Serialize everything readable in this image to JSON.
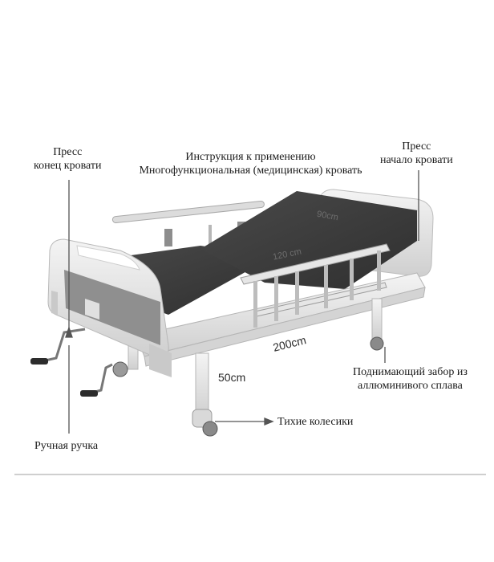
{
  "diagram": {
    "subject": "Multifunctional medical bed",
    "title": {
      "line1": "Инструкция к применению",
      "line2": "Многофункциональная (медицинская) кровать"
    },
    "callouts": {
      "foot_end": {
        "line1": "Пресс",
        "line2": "конец кровати"
      },
      "head_end": {
        "line1": "Пресс",
        "line2": "начало кровати"
      },
      "side_rail": {
        "line1": "Поднимающий забор из",
        "line2": "аллюминивого сплава"
      },
      "casters": {
        "label": "Тихие колесики"
      },
      "hand_crank": {
        "label": "Ручная ручка"
      }
    },
    "dimensions": {
      "length": "200cm",
      "height": "50cm",
      "mattress_width": "90cm",
      "mattress_section": "120 cm"
    },
    "colors": {
      "mattress": "#3a3a3a",
      "frame": "#e9e9e9",
      "panel": "#8f8f8f",
      "text": "#1a1a1a"
    }
  }
}
